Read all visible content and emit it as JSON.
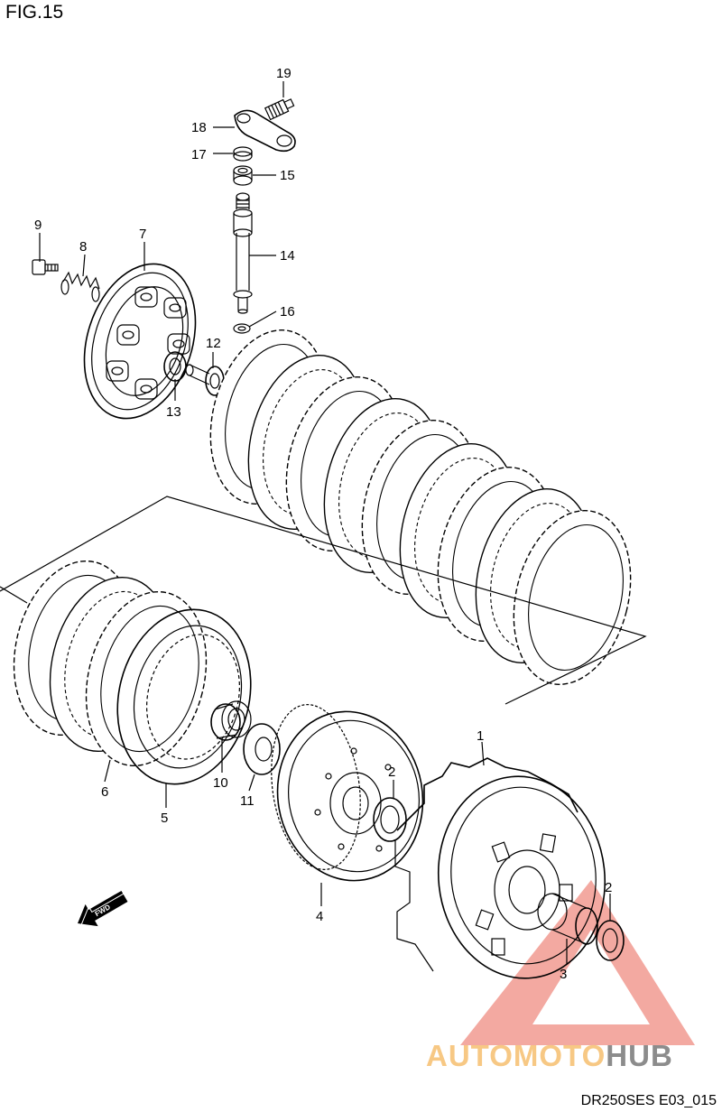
{
  "figure": {
    "title": "FIG.15",
    "code": "DR250SES E03_015"
  },
  "callouts": [
    {
      "id": "p1",
      "text": "1"
    },
    {
      "id": "p2a",
      "text": "2"
    },
    {
      "id": "p2b",
      "text": "2"
    },
    {
      "id": "p3",
      "text": "3"
    },
    {
      "id": "p4",
      "text": "4"
    },
    {
      "id": "p5",
      "text": "5"
    },
    {
      "id": "p6",
      "text": "6"
    },
    {
      "id": "p7",
      "text": "7"
    },
    {
      "id": "p8",
      "text": "8"
    },
    {
      "id": "p9",
      "text": "9"
    },
    {
      "id": "p10",
      "text": "10"
    },
    {
      "id": "p11",
      "text": "11"
    },
    {
      "id": "p12",
      "text": "12"
    },
    {
      "id": "p13",
      "text": "13"
    },
    {
      "id": "p14",
      "text": "14"
    },
    {
      "id": "p15",
      "text": "15"
    },
    {
      "id": "p16",
      "text": "16"
    },
    {
      "id": "p17",
      "text": "17"
    },
    {
      "id": "p18",
      "text": "18"
    },
    {
      "id": "p19",
      "text": "19"
    }
  ],
  "direction_arrow": {
    "label": "FWD",
    "icon": "fwd-arrow-icon"
  },
  "watermark": {
    "part1": "AUTOMOTO",
    "part2": "HUB",
    "color1": "#f7c884",
    "color2": "#8c8c8c",
    "triangle_color": "#f19a90"
  }
}
